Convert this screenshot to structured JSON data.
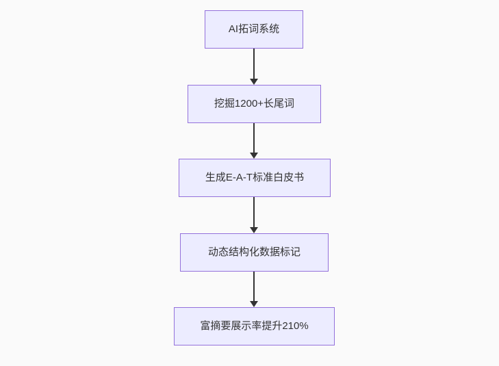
{
  "diagram": {
    "type": "flowchart",
    "direction": "top-down",
    "nodes": [
      {
        "id": "node-1",
        "label": "AI拓词系统"
      },
      {
        "id": "node-2",
        "label": "挖掘1200+长尾词"
      },
      {
        "id": "node-3",
        "label": "生成E-A-T标准白皮书"
      },
      {
        "id": "node-4",
        "label": "动态结构化数据标记"
      },
      {
        "id": "node-5",
        "label": "富摘要展示率提升210%"
      }
    ],
    "edges": [
      {
        "from": "node-1",
        "to": "node-2"
      },
      {
        "from": "node-2",
        "to": "node-3"
      },
      {
        "from": "node-3",
        "to": "node-4"
      },
      {
        "from": "node-4",
        "to": "node-5"
      }
    ],
    "colors": {
      "background": "#fafafa",
      "node_fill": "#ececff",
      "node_border": "#9370db",
      "arrow": "#333333",
      "text": "#333333"
    }
  }
}
